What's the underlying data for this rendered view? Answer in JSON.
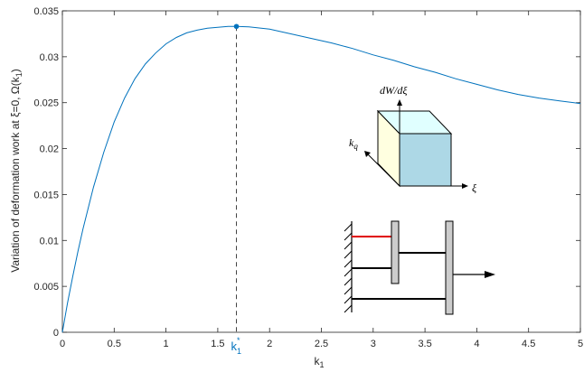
{
  "chart_data": {
    "type": "line",
    "xlabel": "k",
    "xlabel_sub": "1",
    "ylabel": "Variation of deformation work at ξ=0, Ω(k",
    "ylabel_sub": "1",
    "ylabel_close": ")",
    "xlim": [
      0,
      5
    ],
    "ylim": [
      0,
      0.035
    ],
    "grid": false,
    "x_ticks": [
      "0",
      "0.5",
      "1",
      "1.5",
      "2",
      "2.5",
      "3",
      "3.5",
      "4",
      "4.5",
      "5"
    ],
    "y_ticks": [
      "0",
      "0.005",
      "0.01",
      "0.015",
      "0.02",
      "0.025",
      "0.03",
      "0.035"
    ],
    "series": [
      {
        "color": "#0072BD",
        "x": [
          0,
          0.02,
          0.05,
          0.1,
          0.15,
          0.2,
          0.3,
          0.4,
          0.5,
          0.6,
          0.7,
          0.8,
          0.9,
          1.0,
          1.1,
          1.2,
          1.3,
          1.4,
          1.5,
          1.6,
          1.68,
          1.8,
          2.0,
          2.2,
          2.4,
          2.6,
          2.8,
          3.0,
          3.2,
          3.4,
          3.6,
          3.8,
          4.0,
          4.2,
          4.4,
          4.6,
          4.8,
          5.0
        ],
        "y": [
          0,
          0.0013,
          0.0032,
          0.0061,
          0.0088,
          0.0113,
          0.0158,
          0.0196,
          0.0229,
          0.0255,
          0.0276,
          0.0292,
          0.0304,
          0.0314,
          0.0321,
          0.0326,
          0.0329,
          0.0331,
          0.0332,
          0.0333,
          0.0333,
          0.03325,
          0.033,
          0.0325,
          0.032,
          0.0315,
          0.0309,
          0.0302,
          0.0296,
          0.0289,
          0.0283,
          0.0276,
          0.027,
          0.0264,
          0.0259,
          0.0255,
          0.0252,
          0.0249
        ]
      }
    ],
    "marker": {
      "x": 1.68,
      "y": 0.0333,
      "color": "#0072BD",
      "label": "k",
      "label_sub": "1",
      "label_sup": "*"
    },
    "annotations": {
      "cube_axis_up": "dW/dξ",
      "cube_axis_left": "k",
      "cube_axis_left_sub": "q",
      "cube_axis_right": "ξ"
    },
    "colors": {
      "axis": "#262626",
      "curve": "#0072BD",
      "cube_front": "#ADD8E6",
      "cube_side": "#FFFFE0",
      "cube_top": "#E0FFFF",
      "spring_red": "#E00000",
      "plate": "#CCCCCC"
    }
  }
}
